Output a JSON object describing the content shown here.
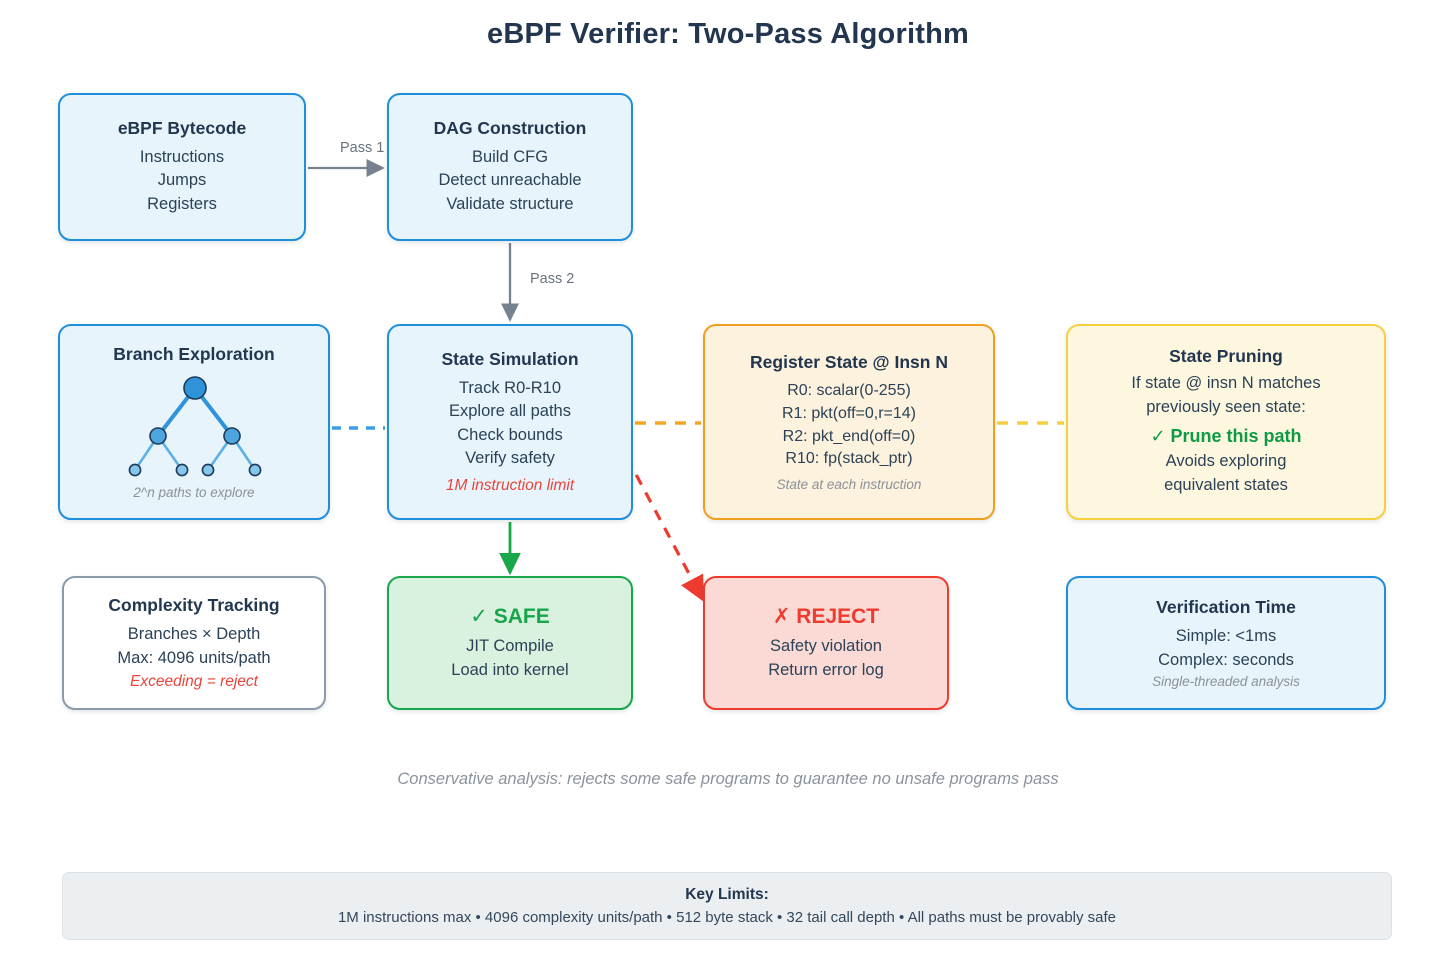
{
  "title": "eBPF Verifier: Two-Pass Algorithm",
  "colors": {
    "blue_border": "#1f8fdc",
    "blue_fill": "#e8f4fc",
    "amber_border": "#f0a01e",
    "amber_fill": "#fdf2dd",
    "yellow_border": "#f6cf3f",
    "yellow_fill": "#fdf7e0",
    "slate_border": "#8a9aa8",
    "green_border": "#1aa64b",
    "green_fill": "#d9f2e0",
    "red_border": "#ee3b2f",
    "red_fill": "#fbdad6",
    "title_text": "#22374f",
    "muted_text": "#8b939c",
    "warn_text": "#e8453c",
    "accent_green": "#0f9b46"
  },
  "boxes": {
    "bytecode": {
      "heading": "eBPF Bytecode",
      "lines": [
        "Instructions",
        "Jumps",
        "Registers"
      ]
    },
    "dag": {
      "heading": "DAG Construction",
      "lines": [
        "Build CFG",
        "Detect unreachable",
        "Validate structure"
      ]
    },
    "branch": {
      "heading": "Branch Exploration",
      "note": "2^n paths to explore"
    },
    "state": {
      "heading": "State Simulation",
      "lines": [
        "Track R0-R10",
        "Explore all paths",
        "Check bounds",
        "Verify safety"
      ],
      "warn": "1M instruction limit"
    },
    "register": {
      "heading": "Register State @ Insn N",
      "lines": [
        "R0: scalar(0-255)",
        "R1: pkt(off=0,r=14)",
        "R2: pkt_end(off=0)",
        "R10: fp(stack_ptr)"
      ],
      "note": "State at each instruction"
    },
    "pruning": {
      "heading": "State Pruning",
      "lines": [
        "If state @ insn N matches",
        "previously seen state:"
      ],
      "accent": "✓ Prune this path",
      "lines_after": [
        "Avoids exploring",
        "equivalent states"
      ]
    },
    "complexity": {
      "heading": "Complexity Tracking",
      "lines": [
        "Branches × Depth",
        "Max: 4096 units/path"
      ],
      "warn": "Exceeding = reject"
    },
    "safe": {
      "verdict": "✓ SAFE",
      "lines": [
        "JIT Compile",
        "Load into kernel"
      ]
    },
    "reject": {
      "verdict": "✗ REJECT",
      "lines": [
        "Safety violation",
        "Return error log"
      ]
    },
    "time": {
      "heading": "Verification Time",
      "lines": [
        "Simple: <1ms",
        "Complex: seconds"
      ],
      "note": "Single-threaded analysis"
    }
  },
  "connectors": {
    "pass1": "Pass 1",
    "pass2": "Pass 2"
  },
  "caption": "Conservative analysis: rejects some safe programs to guarantee no unsafe programs pass",
  "key_limits": {
    "heading": "Key Limits:",
    "items": "1M instructions max • 4096 complexity units/path • 512 byte stack • 32 tail call depth • All paths must be provably safe"
  }
}
